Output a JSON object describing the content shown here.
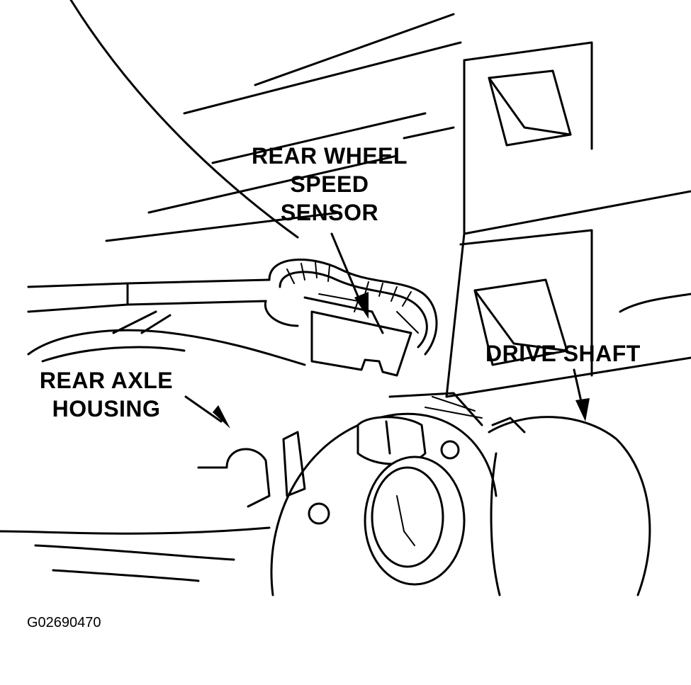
{
  "labels": {
    "rear_wheel_speed_sensor": [
      "REAR WHEEL",
      "SPEED",
      "SENSOR"
    ],
    "rear_axle_housing": [
      "REAR AXLE",
      "HOUSING"
    ],
    "drive_shaft": "DRIVE SHAFT"
  },
  "figure_id": "G02690470",
  "colors": {
    "ink": "#000000",
    "background": "#ffffff"
  }
}
